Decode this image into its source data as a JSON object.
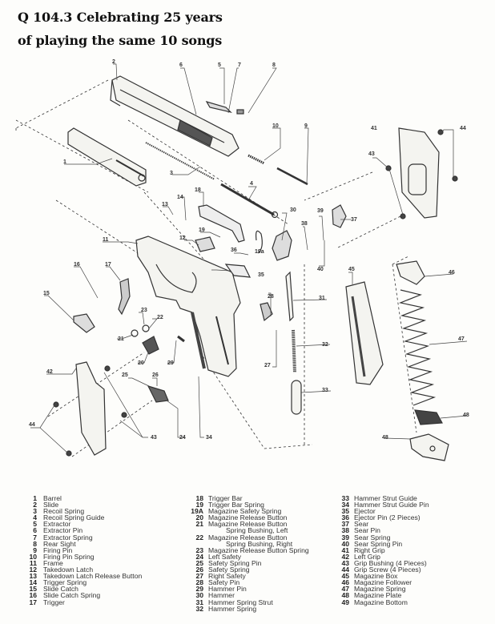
{
  "header": {
    "line1": "Q 104.3 Celebrating 25 years",
    "line2": "of playing the same 10 songs"
  },
  "diagram": {
    "subject": "Exploded view of semi-automatic pistol",
    "callouts": [
      "1",
      "2",
      "3",
      "4",
      "5",
      "6",
      "7",
      "8",
      "9",
      "10",
      "11",
      "12",
      "13",
      "14",
      "15",
      "16",
      "17",
      "18",
      "19",
      "19a",
      "20",
      "21",
      "22",
      "23",
      "24",
      "25",
      "26",
      "27",
      "28",
      "29",
      "30",
      "31",
      "32",
      "33",
      "34",
      "35",
      "36",
      "37",
      "38",
      "39",
      "40",
      "41",
      "42",
      "43",
      "44",
      "45",
      "46",
      "47",
      "48"
    ]
  },
  "parts_list": {
    "column1": [
      {
        "num": "1",
        "name": "Barrel"
      },
      {
        "num": "2",
        "name": "Slide"
      },
      {
        "num": "3",
        "name": "Recoil Spring"
      },
      {
        "num": "4",
        "name": "Recoil Spring Guide"
      },
      {
        "num": "5",
        "name": "Extractor"
      },
      {
        "num": "6",
        "name": "Extractor Pin"
      },
      {
        "num": "7",
        "name": "Extractor Spring"
      },
      {
        "num": "8",
        "name": "Rear Sight"
      },
      {
        "num": "9",
        "name": "Firing Pin"
      },
      {
        "num": "10",
        "name": "Firing Pin Spring"
      },
      {
        "num": "11",
        "name": "Frame"
      },
      {
        "num": "12",
        "name": "Takedown Latch"
      },
      {
        "num": "13",
        "name": "Takedown Latch Release Button"
      },
      {
        "num": "14",
        "name": "Trigger Spring"
      },
      {
        "num": "15",
        "name": "Slide Catch"
      },
      {
        "num": "16",
        "name": "Slide Catch Spring"
      },
      {
        "num": "17",
        "name": "Trigger"
      }
    ],
    "column2": [
      {
        "num": "18",
        "name": "Trigger Bar"
      },
      {
        "num": "19",
        "name": "Trigger Bar Spring"
      },
      {
        "num": "19A",
        "name": "Magazine Safety Spring"
      },
      {
        "num": "20",
        "name": "Magazine Release Button"
      },
      {
        "num": "21",
        "name": "Magazine Release Button"
      },
      {
        "num": "",
        "name": "Spring Bushing, Left"
      },
      {
        "num": "22",
        "name": "Magazine Release Button"
      },
      {
        "num": "",
        "name": "Spring Bushing, Right"
      },
      {
        "num": "23",
        "name": "Magazine Release Button Spring"
      },
      {
        "num": "24",
        "name": "Left Safety"
      },
      {
        "num": "25",
        "name": "Safety Spring Pin"
      },
      {
        "num": "26",
        "name": "Safety Spring"
      },
      {
        "num": "27",
        "name": "Right Safety"
      },
      {
        "num": "28",
        "name": "Safety Pin"
      },
      {
        "num": "29",
        "name": "Hammer Pin"
      },
      {
        "num": "30",
        "name": "Hammer"
      },
      {
        "num": "31",
        "name": "Hammer Spring Strut"
      },
      {
        "num": "32",
        "name": "Hammer Spring"
      }
    ],
    "column3": [
      {
        "num": "33",
        "name": "Hammer Strut Guide"
      },
      {
        "num": "34",
        "name": "Hammer Strut Guide Pin"
      },
      {
        "num": "35",
        "name": "Ejector"
      },
      {
        "num": "36",
        "name": "Ejector Pin (2 Pieces)"
      },
      {
        "num": "37",
        "name": "Sear"
      },
      {
        "num": "38",
        "name": "Sear Pin"
      },
      {
        "num": "39",
        "name": "Sear Spring"
      },
      {
        "num": "40",
        "name": "Sear Spring Pin"
      },
      {
        "num": "41",
        "name": "Right Grip"
      },
      {
        "num": "42",
        "name": "Left Grip"
      },
      {
        "num": "43",
        "name": "Grip Bushing (4 Pieces)"
      },
      {
        "num": "44",
        "name": "Grip Screw (4 Pieces)"
      },
      {
        "num": "45",
        "name": "Magazine Box"
      },
      {
        "num": "46",
        "name": "Magazine Follower"
      },
      {
        "num": "47",
        "name": "Magazine Spring"
      },
      {
        "num": "48",
        "name": "Magazine Plate"
      },
      {
        "num": "49",
        "name": "Magazine Bottom"
      }
    ]
  }
}
